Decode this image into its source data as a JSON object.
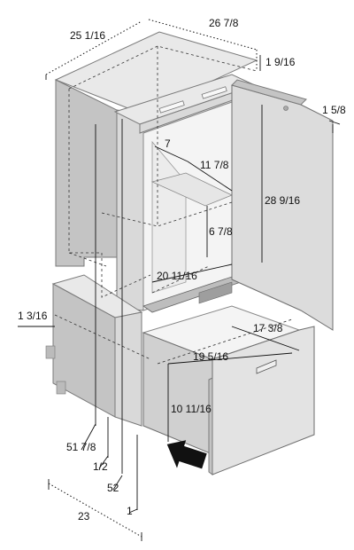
{
  "diagram": {
    "dimensions": {
      "overall_depth": "25 1/16",
      "overall_width": "26 7/8",
      "top_trim_height": "1 9/16",
      "door_thickness": "1 5/8",
      "interior_depth_top": "7",
      "interior_width_upper": "11 7/8",
      "interior_height": "28 9/16",
      "shelf_height": "6 7/8",
      "compartment_width": "20 11/16",
      "drawer_depth": "17 3/8",
      "drawer_width": "19 5/16",
      "drawer_height": "10 11/16",
      "side_offset": "1 3/16",
      "total_height": "51 7/8",
      "gap_half": "1/2",
      "cutout_height": "52",
      "overall_bottom_depth": "23",
      "gap_one": "1"
    }
  }
}
